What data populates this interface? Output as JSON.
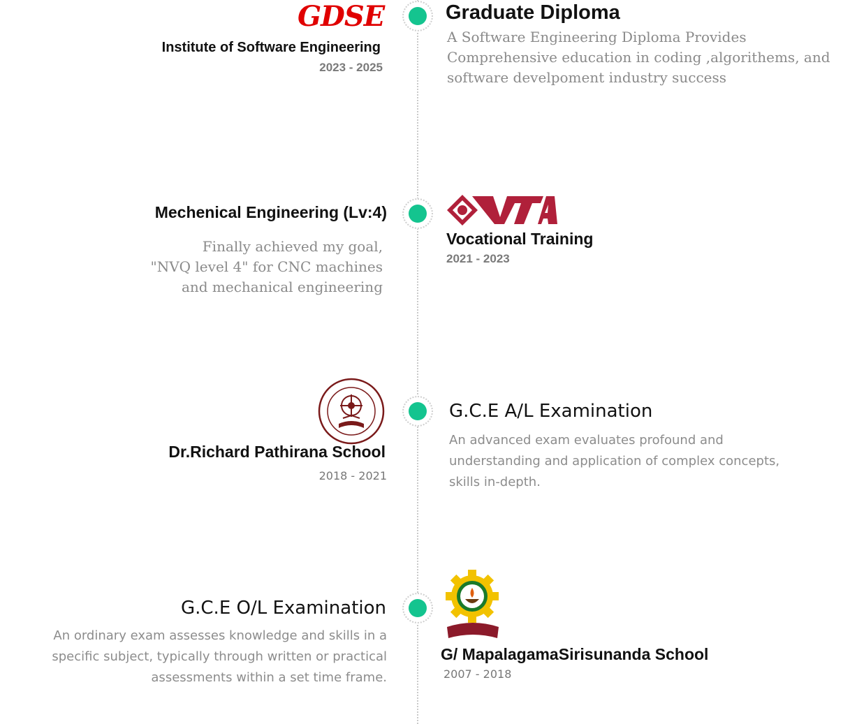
{
  "entries": [
    {
      "logo_text": "GDSE",
      "title": "Graduate Diploma",
      "institution": "Institute of Software Engineering",
      "years": "2023 - 2025",
      "description": [
        "A Software Engineering Diploma Provides",
        "Comprehensive education in coding ,algorithems, and",
        "software develpoment industry success"
      ],
      "logo_color": "#e00000"
    },
    {
      "logo_text": "VTA",
      "title": "Mechenical Engineering (Lv:4)",
      "institution": "Vocational Training",
      "years": "2021 - 2023",
      "description": [
        "Finally achieved my goal,",
        "\"NVQ level 4\" for CNC machines",
        "and mechanical engineering"
      ],
      "logo_color": "#b0203a"
    },
    {
      "title": "G.C.E A/L Examination",
      "institution": "Dr.Richard Pathirana School",
      "years": "2018 - 2021",
      "description": [
        "An advanced exam evaluates profound and",
        "understanding and application of complex concepts,",
        "skills in-depth."
      ],
      "logo_color": "#8b1a1a"
    },
    {
      "title": "G.C.E O/L Examination",
      "institution": "G/ MapalagamaSirisunanda School",
      "years": "2007 - 2018",
      "description": [
        "An ordinary exam assesses knowledge and skills in a",
        "specific subject, typically through written or practical",
        "assessments within a set time frame."
      ],
      "logo_color": "#f2c200"
    }
  ],
  "accent_color": "#14c48f"
}
